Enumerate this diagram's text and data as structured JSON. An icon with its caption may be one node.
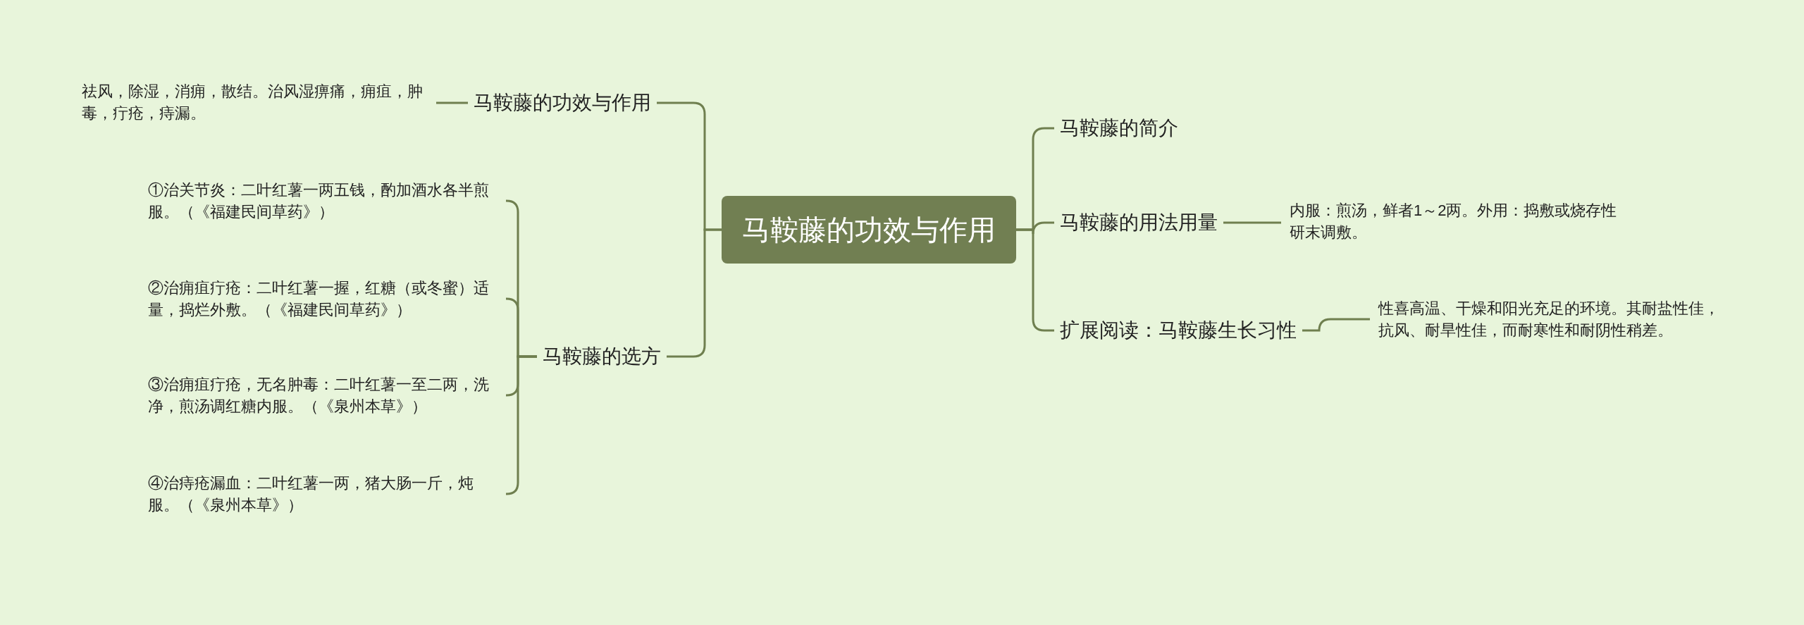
{
  "diagram": {
    "nodes": [
      {
        "text": [
          "马鞍藤的功效与作用"
        ]
      },
      {
        "text": [
          "马鞍藤的功效与作用"
        ]
      },
      {
        "text": [
          "祛风，除湿，消痈，散结。治风湿痹痛，痈疽，肿毒，疔疮，痔漏。"
        ]
      },
      {
        "text": [
          "马鞍藤的选方"
        ]
      },
      {
        "text": [
          "①治关节炎：二叶红薯一两五钱，酌加酒水各半煎服。（《福建民间草药》）"
        ]
      },
      {
        "text": [
          "②治痈疽疔疮：二叶红薯一握，红糖（或冬蜜）适量，捣烂外敷。（《福建民间草药》）"
        ]
      },
      {
        "text": [
          "③治痈疽疔疮，无名肿毒：二叶红薯一至二两，洗净，煎汤调红糖内服。（《泉州本草》）"
        ]
      },
      {
        "text": [
          "④治痔疮漏血：二叶红薯一两，猪大肠一斤，炖服。（《泉州本草》）"
        ]
      },
      {
        "text": [
          "马鞍藤的简介"
        ]
      },
      {
        "text": [
          "马鞍藤的用法用量"
        ]
      },
      {
        "text": [
          "内服：煎汤，鲜者1～2两。外用：捣敷或烧存性研末调敷。"
        ]
      },
      {
        "text": [
          "扩展阅读：马鞍藤生长习性"
        ]
      },
      {
        "text": [
          "性喜高温、干燥和阳光充足的环境。其耐盐性佳，抗风、耐旱性佳，而耐寒性和耐阴性稍差。"
        ]
      }
    ],
    "edges": [
      {
        "from": 0,
        "to": 1,
        "arrow": "none"
      },
      {
        "from": 1,
        "to": 2,
        "arrow": "none"
      },
      {
        "from": 0,
        "to": 3,
        "arrow": "none"
      },
      {
        "from": 3,
        "to": 4,
        "arrow": "none"
      },
      {
        "from": 3,
        "to": 5,
        "arrow": "none"
      },
      {
        "from": 3,
        "to": 6,
        "arrow": "none"
      },
      {
        "from": 3,
        "to": 7,
        "arrow": "none"
      },
      {
        "from": 0,
        "to": 8,
        "arrow": "none"
      },
      {
        "from": 0,
        "to": 9,
        "arrow": "none"
      },
      {
        "from": 9,
        "to": 10,
        "arrow": "none"
      },
      {
        "from": 0,
        "to": 11,
        "arrow": "none"
      },
      {
        "from": 11,
        "to": 12,
        "arrow": "none"
      }
    ]
  }
}
